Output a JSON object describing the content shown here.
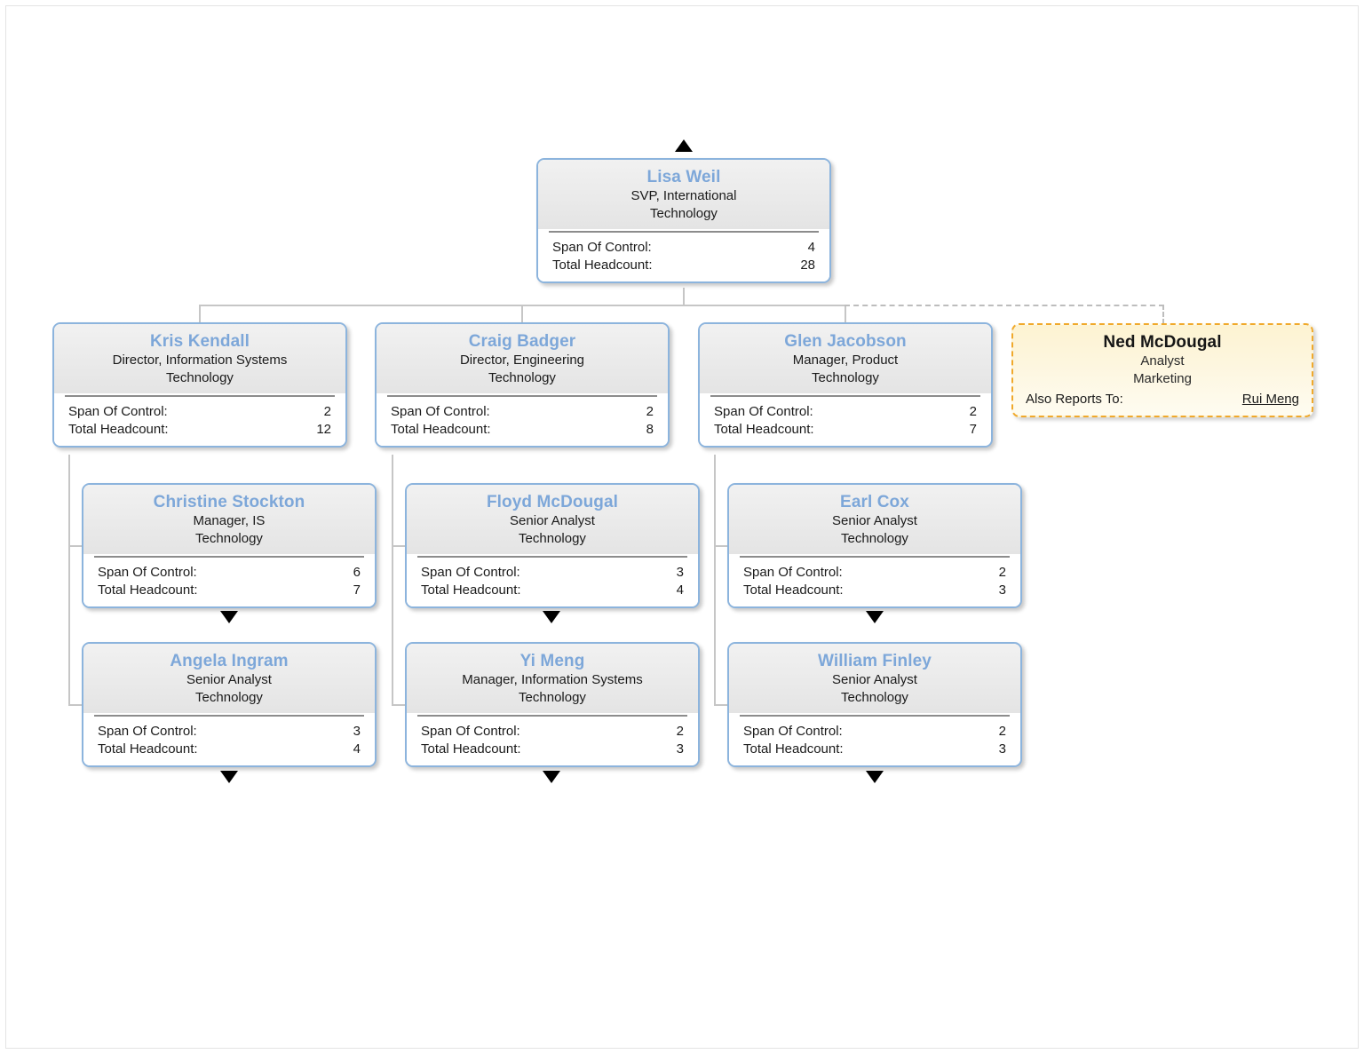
{
  "chart": {
    "labels": {
      "span_of_control": "Span Of Control:",
      "total_headcount": "Total Headcount:",
      "also_reports_to": "Also Reports To:"
    },
    "colors": {
      "node_border": "#8cb4dd",
      "node_name": "#7da7d9",
      "connector": "#c6c6c6",
      "alt_node_border": "#f0a92b",
      "alt_node_background": "#fdf3d2"
    }
  },
  "nodes": {
    "root": {
      "name": "Lisa Weil",
      "title": "SVP, International",
      "dept": "Technology",
      "span": "4",
      "headcount": "28"
    },
    "kris": {
      "name": "Kris Kendall",
      "title": "Director, Information Systems",
      "dept": "Technology",
      "span": "2",
      "headcount": "12"
    },
    "craig": {
      "name": "Craig Badger",
      "title": "Director, Engineering",
      "dept": "Technology",
      "span": "2",
      "headcount": "8"
    },
    "glen": {
      "name": "Glen Jacobson",
      "title": "Manager, Product",
      "dept": "Technology",
      "span": "2",
      "headcount": "7"
    },
    "ned": {
      "name": "Ned McDougal",
      "title": "Analyst",
      "dept": "Marketing",
      "also_reports_to": "Rui Meng"
    },
    "christine": {
      "name": "Christine Stockton",
      "title": "Manager, IS",
      "dept": "Technology",
      "span": "6",
      "headcount": "7"
    },
    "floyd": {
      "name": "Floyd McDougal",
      "title": "Senior Analyst",
      "dept": "Technology",
      "span": "3",
      "headcount": "4"
    },
    "earl": {
      "name": "Earl Cox",
      "title": "Senior Analyst",
      "dept": "Technology",
      "span": "2",
      "headcount": "3"
    },
    "angela": {
      "name": "Angela Ingram",
      "title": "Senior Analyst",
      "dept": "Technology",
      "span": "3",
      "headcount": "4"
    },
    "yi": {
      "name": "Yi Meng",
      "title": "Manager, Information Systems",
      "dept": "Technology",
      "span": "2",
      "headcount": "3"
    },
    "william": {
      "name": "William Finley",
      "title": "Senior Analyst",
      "dept": "Technology",
      "span": "2",
      "headcount": "3"
    }
  }
}
